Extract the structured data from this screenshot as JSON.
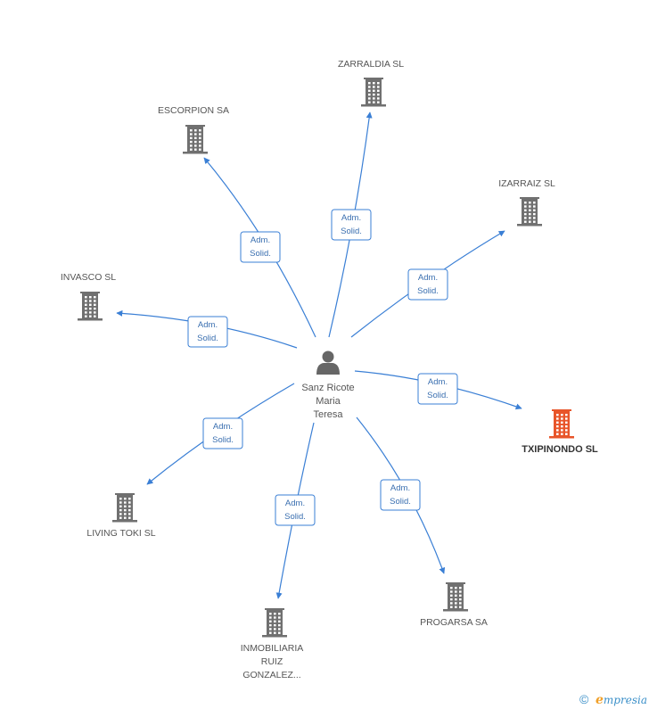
{
  "colors": {
    "edge": "#3a7fd5",
    "edge_text": "#3a6fb0",
    "building": "#707070",
    "building_focus": "#e8552a",
    "person": "#666666",
    "brand_blue": "#3a8fc8",
    "brand_orange": "#f0a02a"
  },
  "person": {
    "label_lines": [
      "Sanz Ricote",
      "Maria",
      "Teresa"
    ],
    "icon": "person-icon"
  },
  "companies": [
    {
      "id": "zarraldia",
      "label_lines": [
        "ZARRALDIA SL"
      ],
      "focus": false,
      "icon": "building-icon"
    },
    {
      "id": "escorpion",
      "label_lines": [
        "ESCORPION SA"
      ],
      "focus": false,
      "icon": "building-icon"
    },
    {
      "id": "izarraiz",
      "label_lines": [
        "IZARRAIZ SL"
      ],
      "focus": false,
      "icon": "building-icon"
    },
    {
      "id": "invasco",
      "label_lines": [
        "INVASCO SL"
      ],
      "focus": false,
      "icon": "building-icon"
    },
    {
      "id": "txipinondo",
      "label_lines": [
        "TXIPINONDO SL"
      ],
      "focus": true,
      "icon": "building-icon"
    },
    {
      "id": "living-toki",
      "label_lines": [
        "LIVING TOKI SL"
      ],
      "focus": false,
      "icon": "building-icon"
    },
    {
      "id": "inmobiliaria",
      "label_lines": [
        "INMOBILIARIA",
        "RUIZ",
        "GONZALEZ..."
      ],
      "focus": false,
      "icon": "building-icon"
    },
    {
      "id": "progarsa",
      "label_lines": [
        "PROGARSA SA"
      ],
      "focus": false,
      "icon": "building-icon"
    }
  ],
  "edges": [
    {
      "target": "zarraldia",
      "label_lines": [
        "Adm.",
        "Solid."
      ]
    },
    {
      "target": "escorpion",
      "label_lines": [
        "Adm.",
        "Solid."
      ]
    },
    {
      "target": "izarraiz",
      "label_lines": [
        "Adm.",
        "Solid."
      ]
    },
    {
      "target": "invasco",
      "label_lines": [
        "Adm.",
        "Solid."
      ]
    },
    {
      "target": "txipinondo",
      "label_lines": [
        "Adm.",
        "Solid."
      ]
    },
    {
      "target": "living-toki",
      "label_lines": [
        "Adm.",
        "Solid."
      ]
    },
    {
      "target": "inmobiliaria",
      "label_lines": [
        "Adm.",
        "Solid."
      ]
    },
    {
      "target": "progarsa",
      "label_lines": [
        "Adm.",
        "Solid."
      ]
    }
  ],
  "footer": {
    "copyright_symbol": "©",
    "brand_initial": "e",
    "brand_rest": "mpresia"
  }
}
